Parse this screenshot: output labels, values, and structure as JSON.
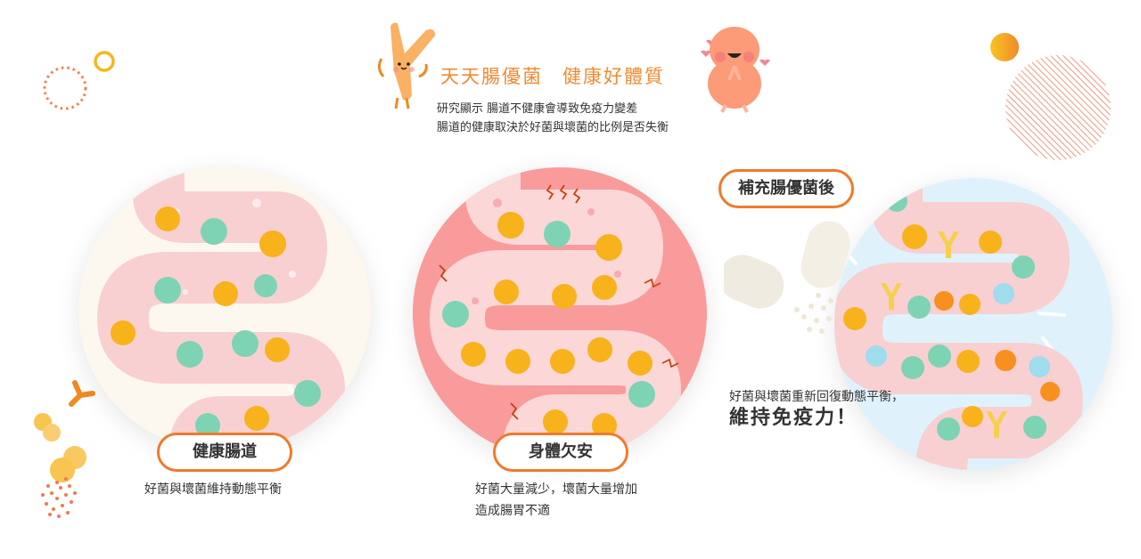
{
  "header": {
    "title_part1": "天天腸優菌",
    "title_part2": "健康好體質",
    "subtitle_line1": "研究顯示 腸道不健康會導致免疫力變差",
    "subtitle_line2": "腸道的健康取決於好菌與壞菌的比例是否失衡"
  },
  "panels": [
    {
      "badge": "健康腸道",
      "caption_lines": [
        "好菌與壞菌維持動態平衡"
      ],
      "bg_color": "#fdf8ef"
    },
    {
      "badge": "身體欠安",
      "caption_lines": [
        "好菌大量減少，壞菌大量增加",
        "造成腸胃不適"
      ],
      "bg_color": "#f99b9b"
    },
    {
      "badge": "補充腸優菌後",
      "caption_lines": [
        "好菌與壞菌重新回復動態平衡，",
        "維持免疫力！"
      ],
      "bg_color": "#dff2fb"
    }
  ],
  "colors": {
    "accent_orange": "#f07a2a",
    "title_orange": "#f08a33",
    "intestine_pink": "#f8d0d2",
    "good_bacteria": "#7fd3b5",
    "bad_bacteria": "#f8b21c"
  },
  "icons": {
    "mascot_left": "y-shaped-bacteria-mascot",
    "mascot_right": "peanut-bacteria-mascot",
    "capsule": "probiotic-capsule"
  }
}
